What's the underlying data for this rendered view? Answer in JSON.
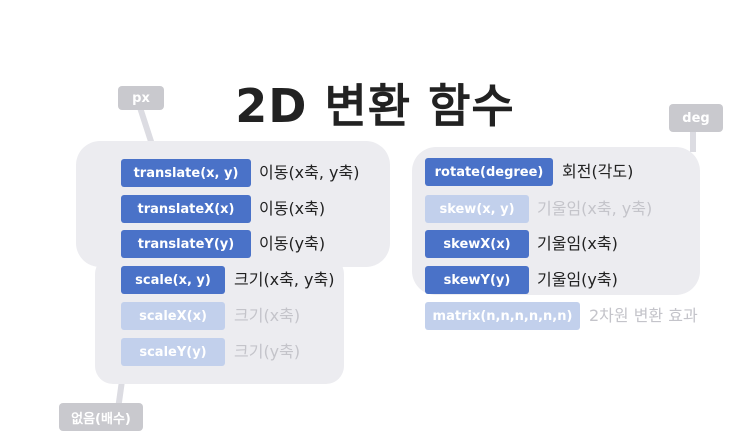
{
  "title": "2D 변환 함수",
  "tags": {
    "px": "px",
    "deg": "deg",
    "none": "없음(배수)"
  },
  "translate_group": [
    {
      "fn": "translate(x, y)",
      "desc": "이동(x축, y축)"
    },
    {
      "fn": "translateX(x)",
      "desc": "이동(x축)"
    },
    {
      "fn": "translateY(y)",
      "desc": "이동(y축)"
    }
  ],
  "scale_group": [
    {
      "fn": "scale(x, y)",
      "desc": "크기(x축, y축)"
    },
    {
      "fn": "scaleX(x)",
      "desc": "크기(x축)"
    },
    {
      "fn": "scaleY(y)",
      "desc": "크기(y축)"
    }
  ],
  "rotate_group": [
    {
      "fn": "rotate(degree)",
      "desc": "회전(각도)"
    },
    {
      "fn": "skew(x, y)",
      "desc": "기울임(x축, y축)"
    },
    {
      "fn": "skewX(x)",
      "desc": "기울임(x축)"
    },
    {
      "fn": "skewY(y)",
      "desc": "기울임(y축)"
    }
  ],
  "matrix": {
    "fn": "matrix(n,n,n,n,n,n)",
    "desc": "2차원 변환 효과"
  },
  "colors": {
    "active": "#4a72c8",
    "faded": "#c2d0ec",
    "panel": "#ececf0",
    "tag": "#c9c9ce"
  }
}
